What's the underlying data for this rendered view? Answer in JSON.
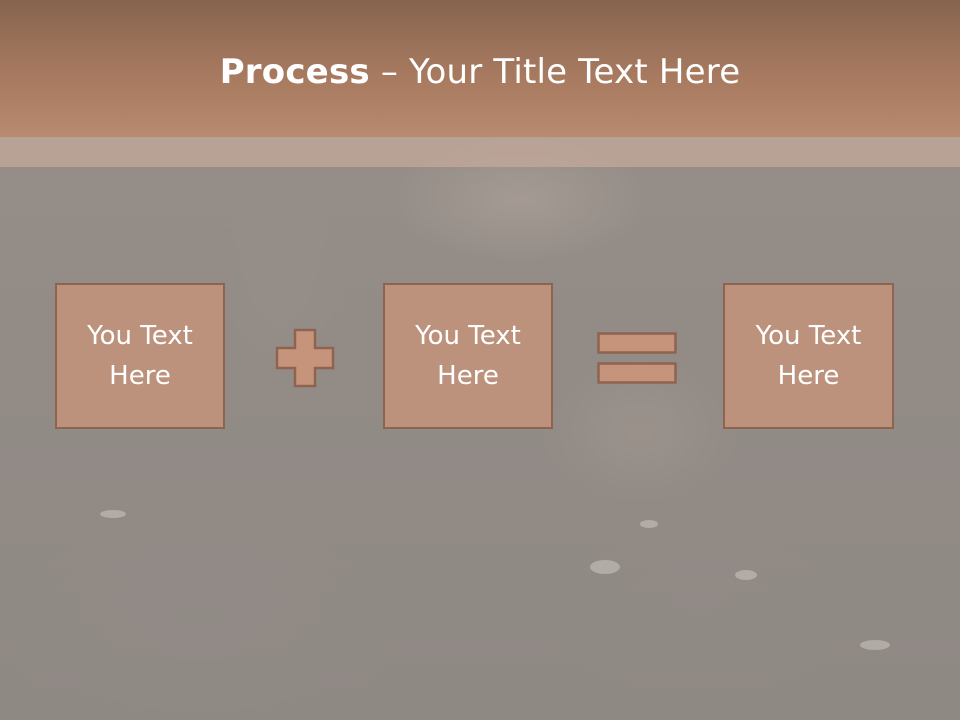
{
  "title": {
    "bold": "Process",
    "rest": " – Your Title Text Here"
  },
  "boxes": [
    {
      "label": "You Text Here"
    },
    {
      "label": "You Text Here"
    },
    {
      "label": "You Text Here"
    }
  ],
  "operators": {
    "first": "plus-icon",
    "second": "equals-icon"
  },
  "colors": {
    "header": "#a77a60",
    "box_fill": "#c6947a",
    "box_border": "#8e6350",
    "text": "#ffffff"
  }
}
